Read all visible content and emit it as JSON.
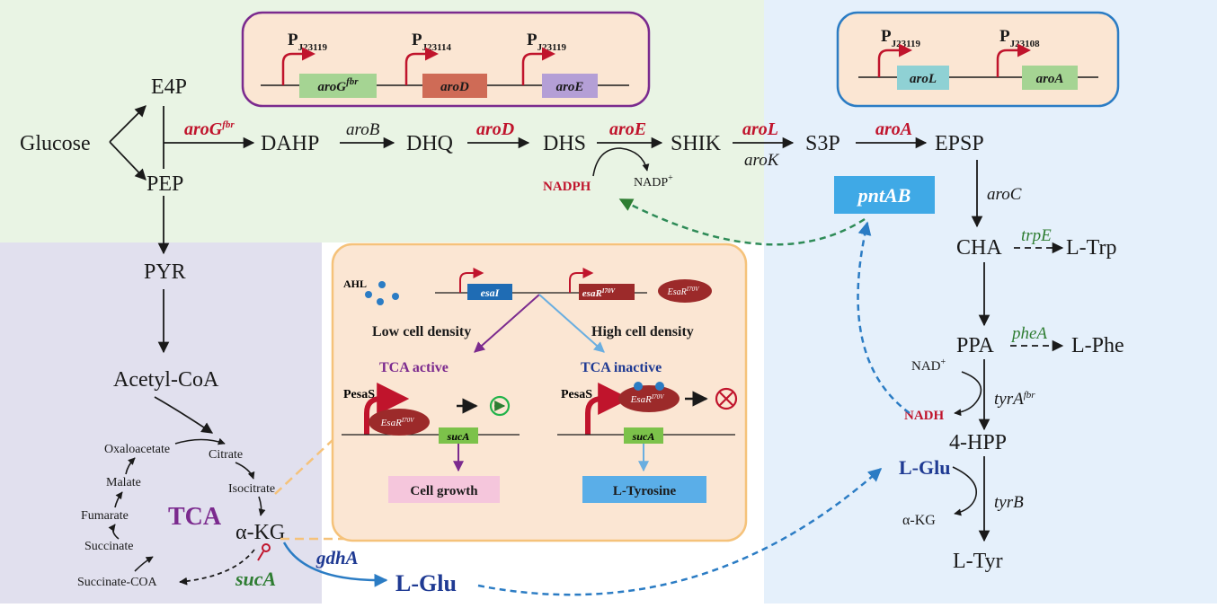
{
  "pathway": {
    "glucose": "Glucose",
    "e4p": "E4P",
    "pep": "PEP",
    "pyr": "PYR",
    "acetyl_coa": "Acetyl-CoA",
    "dahp": "DAHP",
    "dhq": "DHQ",
    "dhs": "DHS",
    "shik": "SHIK",
    "s3p": "S3P",
    "epsp": "EPSP",
    "cha": "CHA",
    "l_trp": "L-Trp",
    "ppa": "PPA",
    "l_phe": "L-Phe",
    "hpp": "4-HPP",
    "l_tyr": "L-Tyr",
    "akg_right": "α-KG",
    "lglu_right": "L-Glu",
    "lglu_bottom": "L-Glu",
    "nadph": "NADPH",
    "nadp": "NADP",
    "nadp_sup": "+",
    "nad": "NAD",
    "nad_sup": "+",
    "nadh": "NADH"
  },
  "genes": {
    "arog_base": "aroG",
    "arog_sup": "fbr",
    "arob": "aroB",
    "arod": "aroD",
    "aroe": "aroE",
    "arol": "aroL",
    "arok": "aroK",
    "aroa": "aroA",
    "aroc": "aroC",
    "trpe": "trpE",
    "phea": "pheA",
    "tyra_base": "tyrA",
    "tyra_sup": "fbr",
    "tyrb": "tyrB",
    "gdha": "gdhA",
    "suca": "sucA",
    "pntab": "pntAB"
  },
  "tca": {
    "label": "TCA",
    "citrate": "Citrate",
    "isocitrate": "Isocitrate",
    "akg": "α-KG",
    "succinate_coa": "Succinate-COA",
    "succinate": "Succinate",
    "fumarate": "Fumarate",
    "malate": "Malate",
    "oxaloacetate": "Oxaloacetate"
  },
  "construct1": {
    "p": "P",
    "promoters": [
      "J23119",
      "J23114",
      "J23119"
    ],
    "gene1_base": "aroG",
    "gene1_sup": "fbr",
    "gene2": "aroD",
    "gene3": "aroE"
  },
  "construct2": {
    "p": "P",
    "promoters": [
      "J23119",
      "J23108"
    ],
    "gene1": "aroL",
    "gene2": "aroA"
  },
  "qs": {
    "ahl": "AHL",
    "esai": "esaI",
    "esar_base": "esaR",
    "esar_sup": "I70V",
    "protein_base": "EsaR",
    "protein_sup": "I70V",
    "low_density": "Low cell density",
    "high_density": "High cell density",
    "tca_active": "TCA active",
    "tca_inactive": "TCA inactive",
    "pesas": "PesaS",
    "suca": "sucA",
    "cell_growth": "Cell growth",
    "l_tyrosine": "L-Tyrosine"
  },
  "colors": {
    "green_bg": "#e9f4e4",
    "blue_bg": "#e5f0fb",
    "lavender_bg": "#e1e0ee",
    "peach": "#fbe6d3",
    "red_gene": "#c0142c",
    "green_gene": "#2e7d32",
    "blue_arrow": "#2b7cc4",
    "purple": "#7b2a8e",
    "orange_border": "#f5c27a"
  }
}
